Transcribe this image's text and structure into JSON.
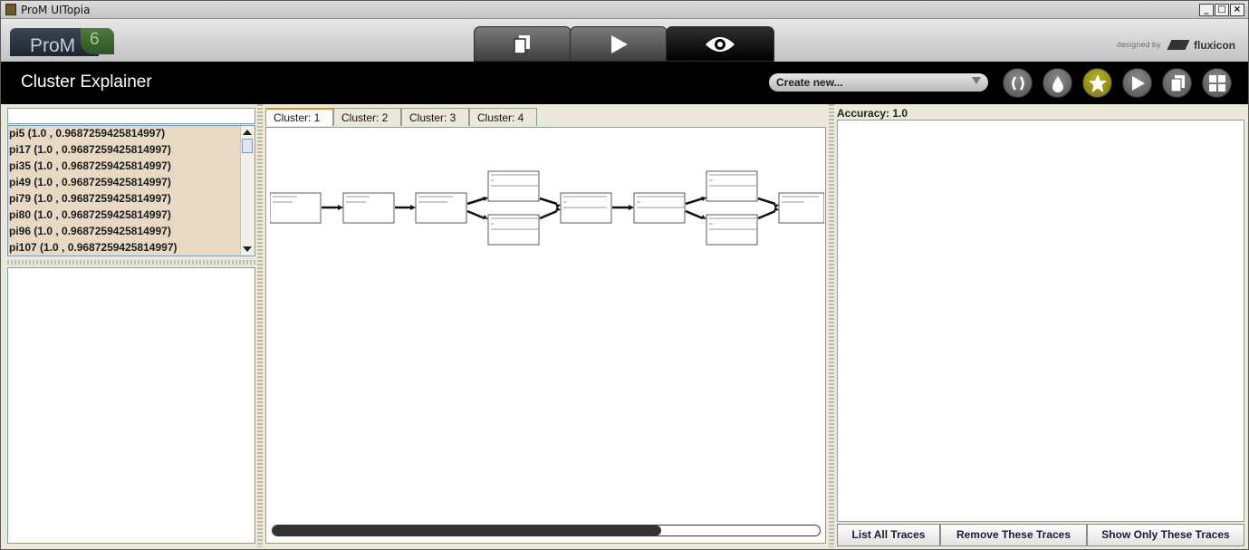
{
  "window": {
    "title": "ProM UITopia",
    "controls": [
      "_",
      "□",
      "×"
    ]
  },
  "logo": {
    "text": "ProM",
    "version": "6"
  },
  "top_tabs": [
    {
      "name": "workspace-tab",
      "icon": "copy-icon"
    },
    {
      "name": "actions-tab",
      "icon": "play-icon"
    },
    {
      "name": "views-tab",
      "icon": "eye-icon",
      "active": true
    }
  ],
  "brand": {
    "designed_by": "designed by",
    "company": "fluxicon"
  },
  "view": {
    "title": "Cluster Explainer",
    "create_new": "Create new...",
    "tool_buttons": [
      "refresh-icon",
      "drop-icon",
      "star-icon",
      "play-icon",
      "copy-icon",
      "grid-icon"
    ]
  },
  "left": {
    "search_value": "",
    "traces": [
      "pi5 (1.0 , 0.9687259425814997)",
      "pi17 (1.0 , 0.9687259425814997)",
      "pi35 (1.0 , 0.9687259425814997)",
      "pi49 (1.0 , 0.9687259425814997)",
      "pi79 (1.0 , 0.9687259425814997)",
      "pi80 (1.0 , 0.9687259425814997)",
      "pi96 (1.0 , 0.9687259425814997)",
      "pi107 (1.0 , 0.9687259425814997)"
    ]
  },
  "middle": {
    "tabs": [
      "Cluster: 1",
      "Cluster: 2",
      "Cluster: 3",
      "Cluster: 4"
    ],
    "active_tab": 0,
    "scroll_position": 0.71
  },
  "right": {
    "accuracy": "Accuracy: 1.0",
    "buttons": [
      "List All Traces",
      "Remove These Traces",
      "Show Only These Traces"
    ]
  },
  "colors": {
    "active_star": "#b8b22a",
    "list_bg": "#e8d9c4"
  }
}
